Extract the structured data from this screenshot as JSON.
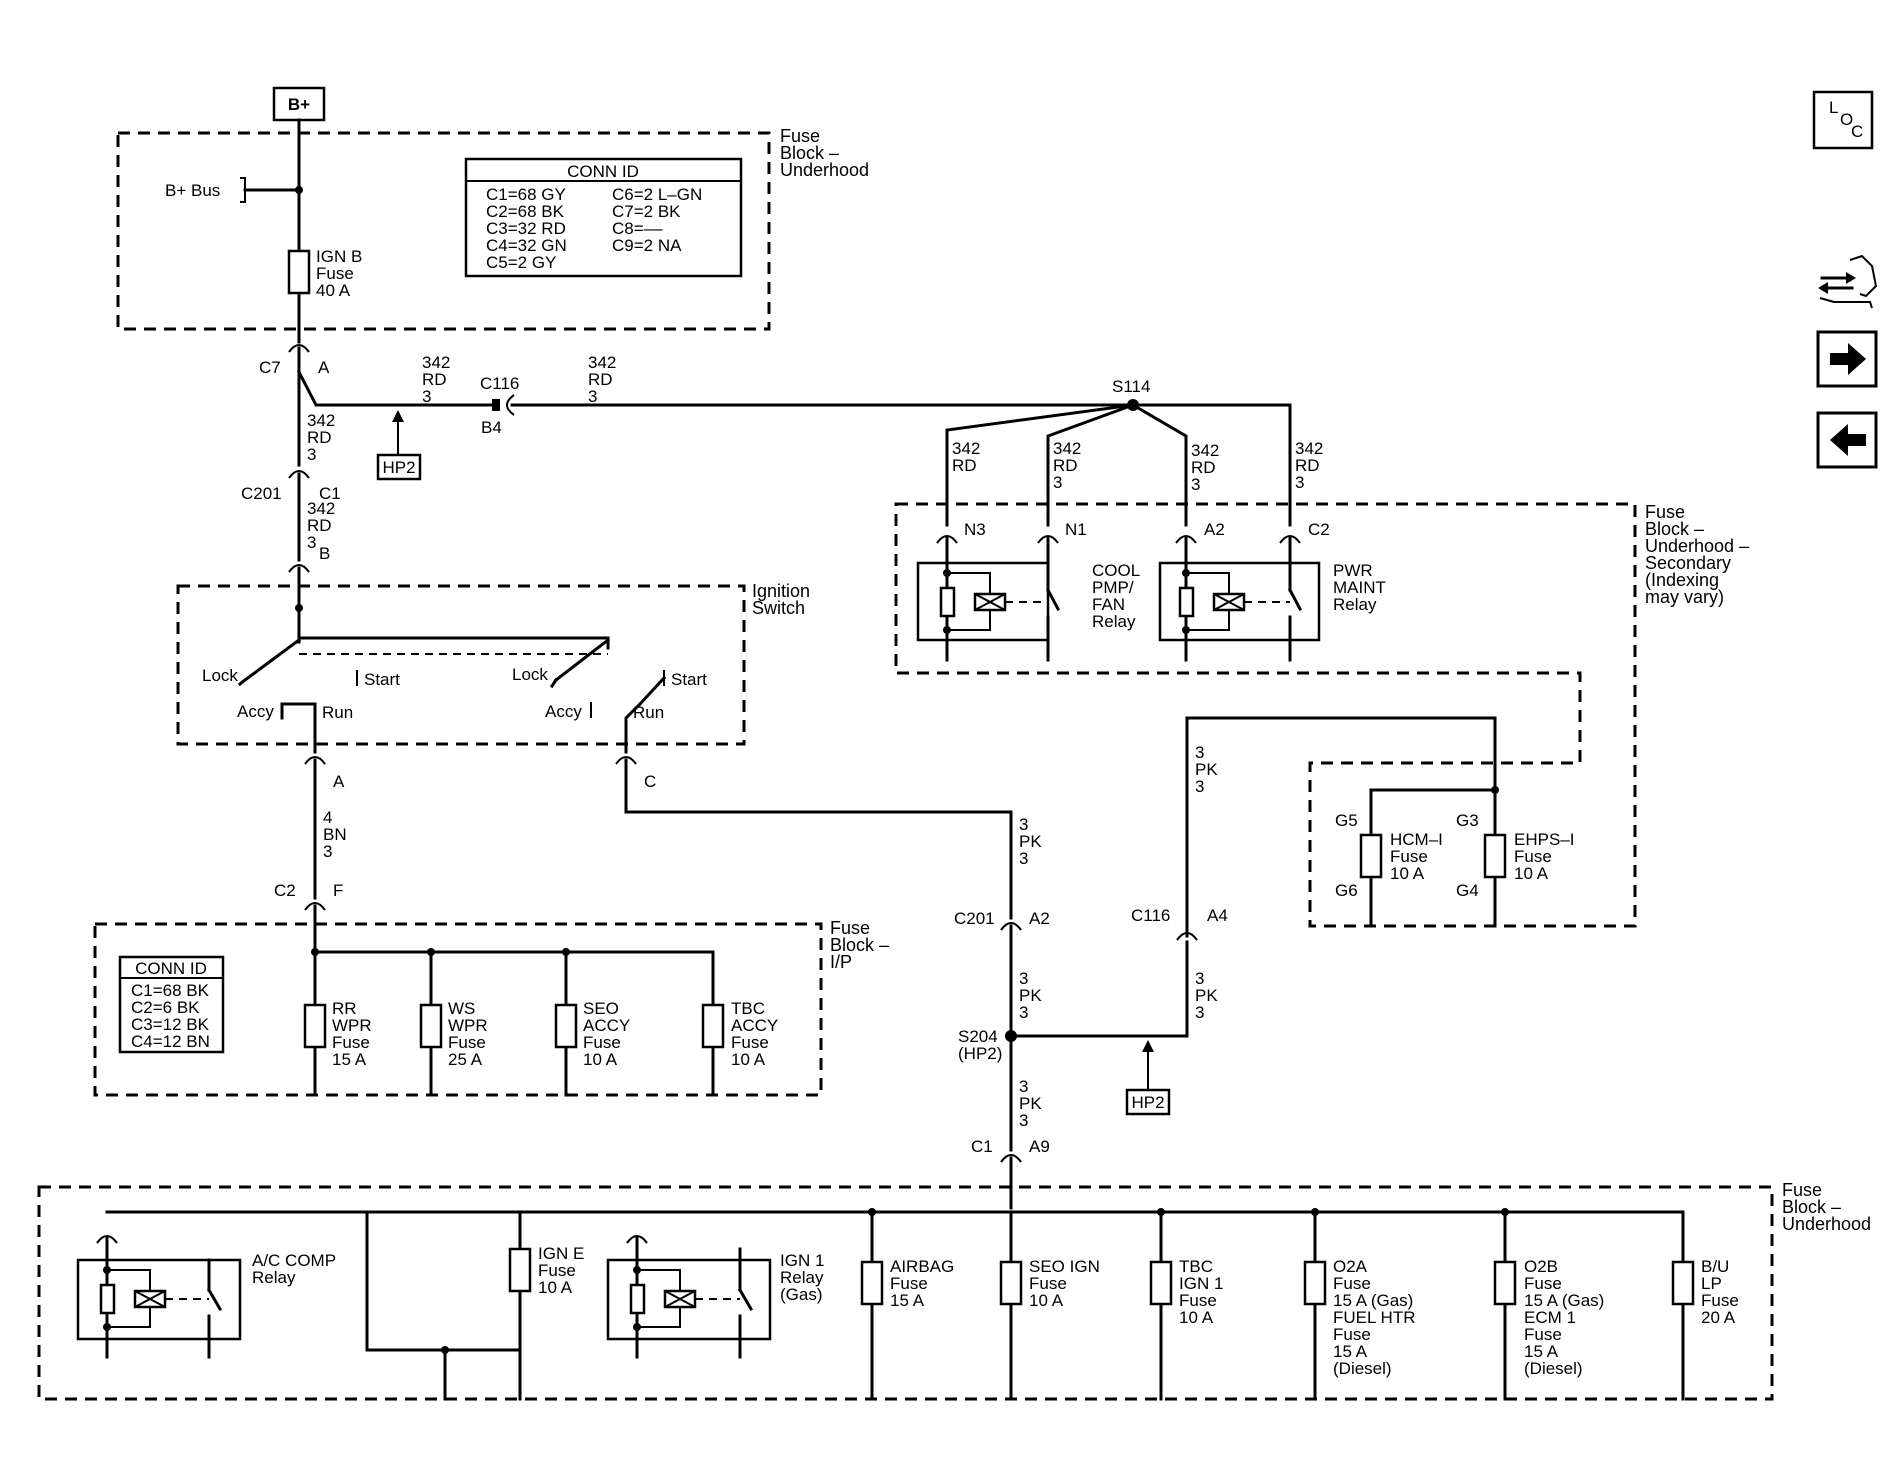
{
  "battery": {
    "label": "B+"
  },
  "fuse_block_underhood_top": {
    "title": [
      "Fuse",
      "Block –",
      "Underhood"
    ],
    "bus_label": "B+ Bus",
    "fuse_ign_b": [
      "IGN B",
      "Fuse",
      "40 A"
    ],
    "conn_id": {
      "title": "CONN ID",
      "left": [
        "C1=68 GY",
        "C2=68 BK",
        "C3=32 RD",
        "C4=32 GN",
        "C5=2 GY"
      ],
      "right": [
        "C6=2 L–GN",
        "C7=2 BK",
        "C8=––",
        "C9=2 NA"
      ]
    }
  },
  "connectors": {
    "c7": "C7",
    "c7_pin": "A",
    "c116_top": "C116",
    "c116_top_pin": "B4",
    "c201_top": "C201",
    "c201_top_c1": "C1",
    "c201_top_pin": "B",
    "ign_pin_a": "A",
    "ign_pin_c": "C",
    "c2": "C2",
    "c2_pin": "F",
    "c201_mid": "C201",
    "c201_mid_pin": "A2",
    "c116_mid": "C116",
    "c116_mid_pin": "A4",
    "s114": "S114",
    "s204": [
      "S204",
      "(HP2)"
    ],
    "c1": "C1",
    "c1_pin": "A9"
  },
  "wires": {
    "w342_a": [
      "342",
      "RD",
      "3"
    ],
    "w342_b": [
      "342",
      "RD",
      "3"
    ],
    "w342_c": [
      "342",
      "RD",
      "3"
    ],
    "w342_d": [
      "342",
      "RD",
      "3"
    ],
    "w342_n3": [
      "342",
      "RD"
    ],
    "w342_n1": [
      "342",
      "RD",
      "3"
    ],
    "w342_a2": [
      "342",
      "RD",
      "3"
    ],
    "w342_c2": [
      "342",
      "RD",
      "3"
    ],
    "w4bn": [
      "4",
      "BN",
      "3"
    ],
    "w3pk_a": [
      "3",
      "PK",
      "3"
    ],
    "w3pk_b": [
      "3",
      "PK",
      "3"
    ],
    "w3pk_c": [
      "3",
      "PK",
      "3"
    ],
    "w3pk_d": [
      "3",
      "PK",
      "3"
    ],
    "w3pk_e": [
      "3",
      "PK",
      "3"
    ]
  },
  "hp2_labels": [
    "HP2",
    "HP2"
  ],
  "ignition_switch": {
    "title": [
      "Ignition",
      "Switch"
    ],
    "lock1": "Lock",
    "start1": "Start",
    "accy1": "Accy",
    "run1": "Run",
    "lock2": "Lock",
    "start2": "Start",
    "accy2": "Accy",
    "run2": "Run"
  },
  "fuse_block_secondary": {
    "title": [
      "Fuse",
      "Block –",
      "Underhood –",
      "Secondary",
      "(Indexing",
      "may vary)"
    ],
    "pins": [
      "N3",
      "N1",
      "A2",
      "C2"
    ],
    "relay1": [
      "COOL",
      "PMP/",
      "FAN",
      "Relay"
    ],
    "relay2": [
      "PWR",
      "MAINT",
      "Relay"
    ],
    "g5": "G5",
    "g6": "G6",
    "g3": "G3",
    "g4": "G4",
    "fuse_hcm": [
      "HCM–I",
      "Fuse",
      "10 A"
    ],
    "fuse_ehps": [
      "EHPS–I",
      "Fuse",
      "10 A"
    ]
  },
  "fuse_block_ip": {
    "title": [
      "Fuse",
      "Block –",
      "I/P"
    ],
    "conn_id": {
      "title": "CONN ID",
      "lines": [
        "C1=68 BK",
        "C2=6 BK",
        "C3=12 BK",
        "C4=12 BN"
      ]
    },
    "fuses": [
      [
        "RR",
        "WPR",
        "Fuse",
        "15 A"
      ],
      [
        "WS",
        "WPR",
        "Fuse",
        "25 A"
      ],
      [
        "SEO",
        "ACCY",
        "Fuse",
        "10 A"
      ],
      [
        "TBC",
        "ACCY",
        "Fuse",
        "10 A"
      ]
    ]
  },
  "fuse_block_underhood_bottom": {
    "title": [
      "Fuse",
      "Block –",
      "Underhood"
    ],
    "ac_relay": [
      "A/C COMP",
      "Relay"
    ],
    "ign_e": [
      "IGN E",
      "Fuse",
      "10 A"
    ],
    "ign1_relay": [
      "IGN 1",
      "Relay",
      "(Gas)"
    ],
    "airbag": [
      "AIRBAG",
      "Fuse",
      "15 A"
    ],
    "seo_ign": [
      "SEO IGN",
      "Fuse",
      "10 A"
    ],
    "tbc_ign1": [
      "TBC",
      "IGN 1",
      "Fuse",
      "10 A"
    ],
    "o2a": [
      "O2A",
      "Fuse",
      "15 A (Gas)",
      "FUEL HTR",
      "Fuse",
      "15 A",
      "(Diesel)"
    ],
    "o2b": [
      "O2B",
      "Fuse",
      "15 A (Gas)",
      "ECM 1",
      "Fuse",
      "15 A",
      "(Diesel)"
    ],
    "bu_lp": [
      "B/U",
      "LP",
      "Fuse",
      "20 A"
    ]
  },
  "nav": {
    "loc_l": "L",
    "loc_o": "O",
    "loc_c": "C"
  }
}
